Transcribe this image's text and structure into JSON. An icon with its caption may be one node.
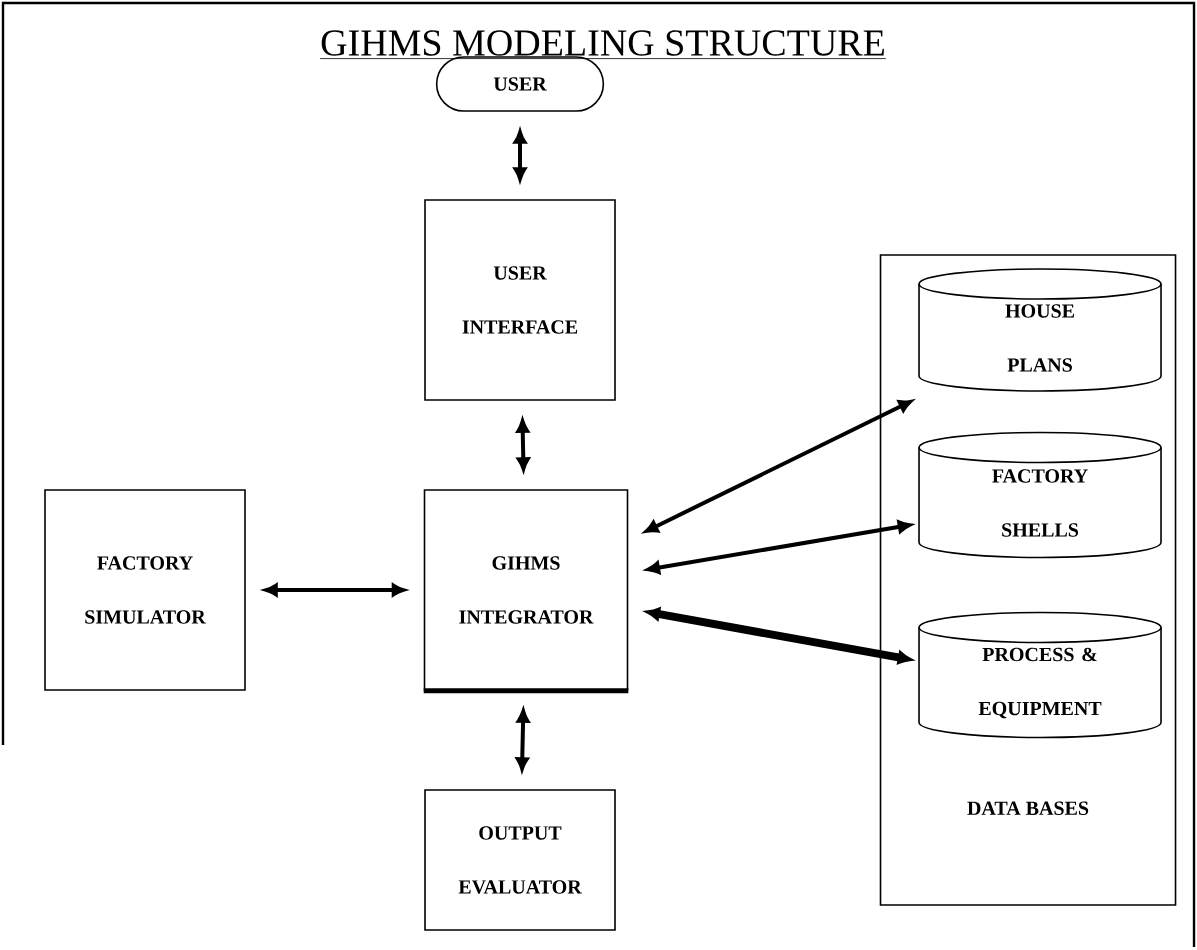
{
  "diagram": {
    "title": "GIHMS MODELING STRUCTURE",
    "nodes": [
      {
        "text": [
          "USER"
        ]
      },
      {
        "text": [
          "USER INTERFACE"
        ]
      },
      {
        "text": [
          "DATA BASES"
        ]
      },
      {
        "text": [
          "HOUSE PLANS"
        ],
        "in": 2
      },
      {
        "text": [
          "FACTORY SIMULATOR"
        ]
      },
      {
        "text": [
          "GIHMS INTEGRATOR"
        ]
      },
      {
        "text": [
          "FACTORY SHELLS"
        ],
        "in": 2
      },
      {
        "text": [
          "PROCESS & EQUIPMENT"
        ],
        "in": 2
      },
      {
        "text": [
          "OUTPUT EVALUATOR"
        ]
      }
    ],
    "edges": [
      {
        "from": 0,
        "to": 1,
        "arrow": "both"
      },
      {
        "from": 1,
        "to": 5,
        "arrow": "both"
      },
      {
        "from": 4,
        "to": 5,
        "arrow": "both"
      },
      {
        "from": 5,
        "to": 3,
        "arrow": "both"
      },
      {
        "from": 5,
        "to": 6,
        "arrow": "both"
      },
      {
        "from": 5,
        "to": 7,
        "arrow": "both",
        "style": "thick"
      },
      {
        "from": 5,
        "to": 8,
        "arrow": "both"
      }
    ]
  }
}
